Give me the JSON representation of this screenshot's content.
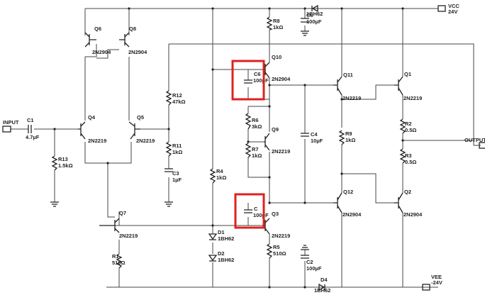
{
  "terminals": {
    "input": "INPUT",
    "output": "OUTPUT",
    "vcc": "VCC",
    "vcc_value": "24V",
    "vee": "VEE",
    "vee_value": "-24V"
  },
  "components": {
    "c1": {
      "ref": "C1",
      "value": "4.7µF"
    },
    "r13": {
      "ref": "R13",
      "value": "1.5kΩ"
    },
    "q6": {
      "ref": "Q6",
      "part": "2N2904"
    },
    "q8": {
      "ref": "Q8",
      "part": "2N2904"
    },
    "q4": {
      "ref": "Q4",
      "part": "2N2219"
    },
    "q5": {
      "ref": "Q5",
      "part": "2N2219"
    },
    "q7": {
      "ref": "Q7",
      "part": "2N2219"
    },
    "r1": {
      "ref": "R1",
      "value": "510Ω"
    },
    "r12": {
      "ref": "R12",
      "value": "47kΩ"
    },
    "r11": {
      "ref": "R11",
      "value": "1kΩ"
    },
    "c3": {
      "ref": "C3",
      "value": "1µF"
    },
    "r4": {
      "ref": "R4",
      "value": "1kΩ"
    },
    "d1": {
      "ref": "D1",
      "part": "1BH62"
    },
    "d2": {
      "ref": "D2",
      "part": "1BH62"
    },
    "r8": {
      "ref": "R8",
      "value": "1kΩ"
    },
    "c8": {
      "ref": "C8",
      "value": "100µF"
    },
    "d3": {
      "part": "1BH62"
    },
    "q10": {
      "ref": "Q10",
      "part": "2N2904"
    },
    "c6": {
      "ref": "C6",
      "value": "100pF"
    },
    "r6": {
      "ref": "R6",
      "value": "3kΩ"
    },
    "r7": {
      "ref": "R7",
      "value": "1kΩ"
    },
    "q9": {
      "ref": "Q9",
      "part": "2N2219"
    },
    "c7": {
      "ref": "C",
      "value": "100pF"
    },
    "q3": {
      "ref": "Q3",
      "part": "2N2219"
    },
    "r5": {
      "ref": "R5",
      "value": "510Ω"
    },
    "c2": {
      "ref": "C2",
      "value": "100µF"
    },
    "d4": {
      "ref": "D4",
      "part": "1BH62"
    },
    "c4": {
      "ref": "C4",
      "value": "10µF"
    },
    "q11": {
      "ref": "Q11",
      "part": "2N2219"
    },
    "r9": {
      "ref": "R9",
      "value": "1kΩ"
    },
    "q12": {
      "ref": "Q12",
      "part": "2N2904"
    },
    "q1": {
      "ref": "Q1",
      "part": "2N2219"
    },
    "r2": {
      "ref": "R2",
      "value": "0.5Ω"
    },
    "r3": {
      "ref": "R3",
      "value": "0.5Ω"
    },
    "q2": {
      "ref": "Q2",
      "part": "2N2904"
    }
  },
  "highlight_color": "#e02020"
}
